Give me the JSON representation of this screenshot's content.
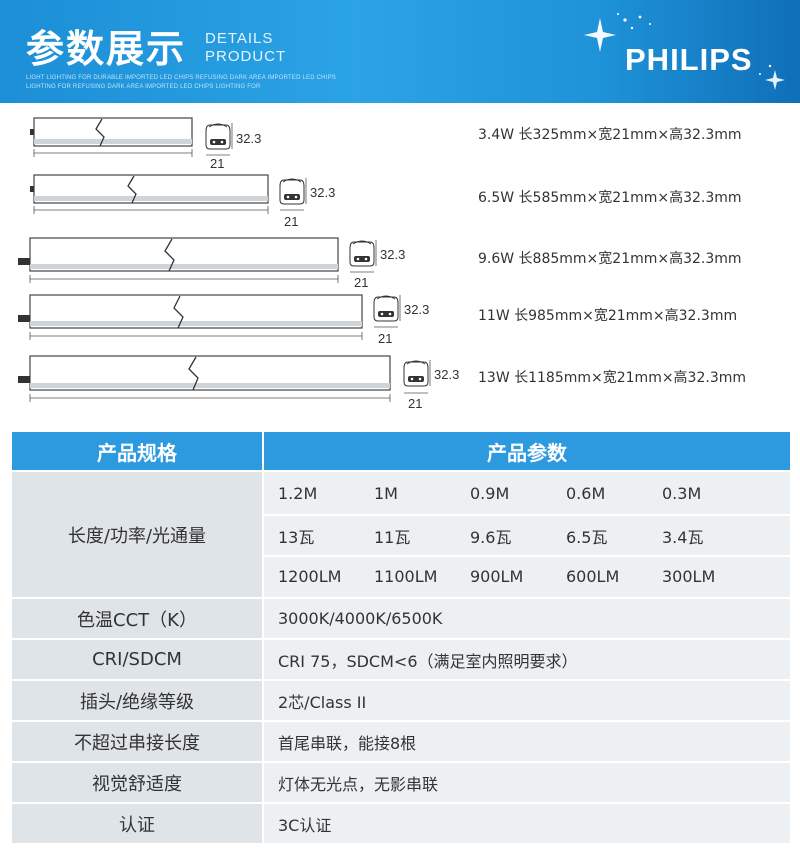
{
  "banner": {
    "title": "参数展示",
    "en_line1": "DETAILS",
    "en_line2": "PRODUCT",
    "fine_print": "LIGHT LIGHTING FOR DURABLE IMPORTED LED CHIPS REFUSING DARK AREA IMPORTED LED CHIPS LIGHTING FOR REFUSING DARK AREA IMPORTED LED CHIPS LIGHTING FOR",
    "brand": "PHILIPS",
    "color_primary": "#2ba3e6"
  },
  "profile": {
    "height": "32.3",
    "width": "21"
  },
  "models": [
    {
      "spec": "3.4W  长325mm×宽21mm×高32.3mm"
    },
    {
      "spec": "6.5W  长585mm×宽21mm×高32.3mm"
    },
    {
      "spec": "9.6W  长885mm×宽21mm×高32.3mm"
    },
    {
      "spec": "11W   长985mm×宽21mm×高32.3mm"
    },
    {
      "spec": "13W  长1185mm×宽21mm×高32.3mm"
    }
  ],
  "table": {
    "headers": [
      "产品规格",
      "产品参数"
    ],
    "size_label": "长度/功率/光通量",
    "lengths": [
      "1.2M",
      "1M",
      "0.9M",
      "0.6M",
      "0.3M"
    ],
    "powers": [
      "13瓦",
      "11瓦",
      "9.6瓦",
      "6.5瓦",
      "3.4瓦"
    ],
    "lumens": [
      "1200LM",
      "1100LM",
      "900LM",
      "600LM",
      "300LM"
    ],
    "rows": [
      {
        "label": "色温CCT（K）",
        "value": "3000K/4000K/6500K"
      },
      {
        "label": "CRI/SDCM",
        "value": "CRI 75，SDCM<6（满足室内照明要求）"
      },
      {
        "label": "插头/绝缘等级",
        "value": "2芯/Class II"
      },
      {
        "label": "不超过串接长度",
        "value": "首尾串联，能接8根"
      },
      {
        "label": "视觉舒适度",
        "value": "灯体无光点，无影串联"
      },
      {
        "label": "认证",
        "value": "3C认证"
      }
    ],
    "header_color": "#2d9ae0"
  }
}
